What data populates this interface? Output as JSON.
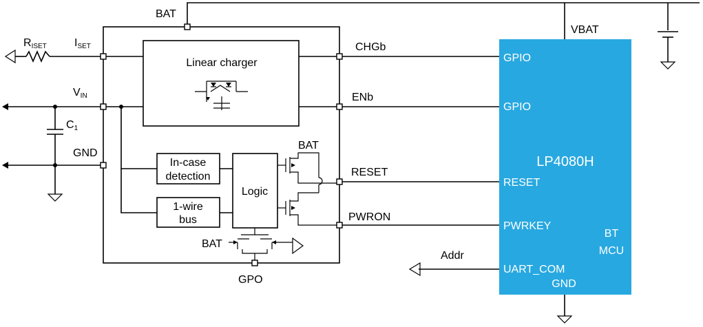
{
  "colors": {
    "mcu_fill": "#28a8e0",
    "wire": "#000000",
    "mcu_text": "#ffffff"
  },
  "labels": {
    "bat_top": "BAT",
    "vbat": "VBAT",
    "riset_main": "R",
    "riset_sub": "ISET",
    "iset_main": "I",
    "iset_sub": "SET",
    "vin_main": "V",
    "vin_sub": "IN",
    "c1_main": "C",
    "c1_sub": "1",
    "gnd_left": "GND",
    "linear_charger": "Linear charger",
    "incase_line1": "In-case",
    "incase_line2": "detection",
    "onewire_line1": "1-wire",
    "onewire_line2": "bus",
    "logic": "Logic",
    "bat_switch": "BAT",
    "bat_gpo": "BAT",
    "gpo": "GPO",
    "chgb": "CHGb",
    "enb": "ENb",
    "reset": "RESET",
    "pwron": "PWRON",
    "addr": "Addr"
  },
  "mcu": {
    "name": "LP4080H",
    "pins": {
      "gpio1": "GPIO",
      "gpio2": "GPIO",
      "reset": "RESET",
      "pwrkey": "PWRKEY",
      "uart": "UART_COM",
      "gnd": "GND"
    },
    "bt_line1": "BT",
    "bt_line2": "MCU"
  }
}
